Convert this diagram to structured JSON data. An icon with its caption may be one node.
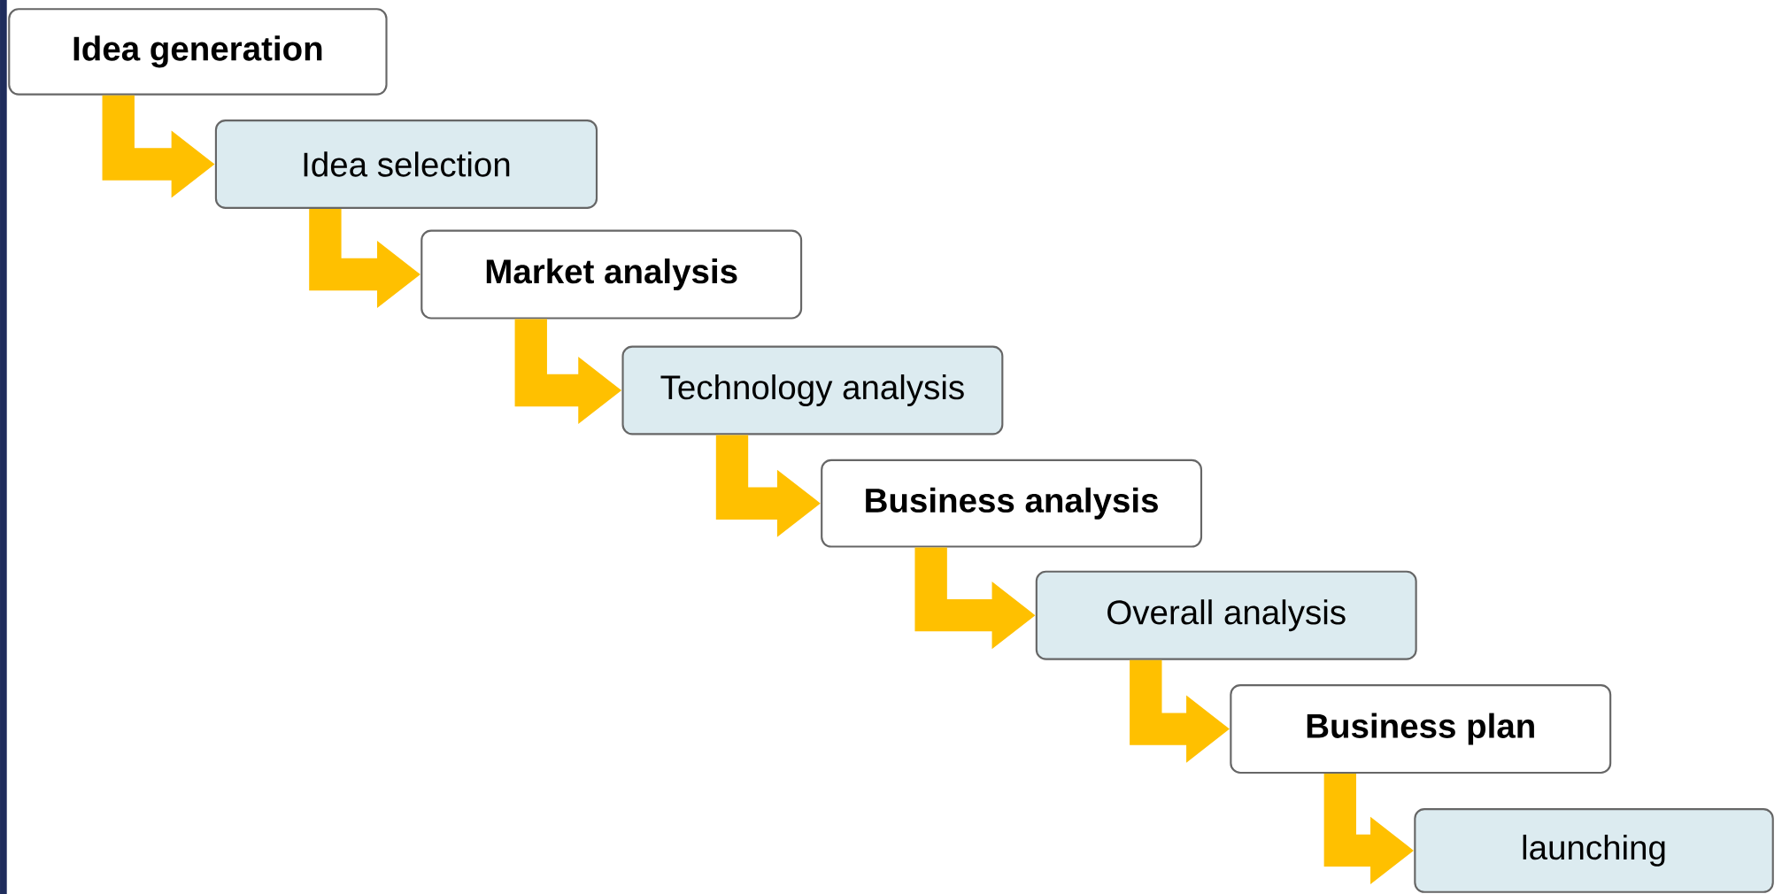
{
  "diagram": {
    "nodes": [
      {
        "text": [
          "Idea generation"
        ]
      },
      {
        "text": [
          "Idea selection"
        ]
      },
      {
        "text": [
          "Market analysis"
        ]
      },
      {
        "text": [
          "Technology analysis"
        ]
      },
      {
        "text": [
          "Business analysis"
        ]
      },
      {
        "text": [
          "Overall analysis"
        ]
      },
      {
        "text": [
          "Business plan"
        ]
      },
      {
        "text": [
          "launching"
        ]
      }
    ],
    "edges": [
      {
        "from": 0,
        "to": 1,
        "arrow": "to"
      },
      {
        "from": 1,
        "to": 2,
        "arrow": "to"
      },
      {
        "from": 2,
        "to": 3,
        "arrow": "to"
      },
      {
        "from": 3,
        "to": 4,
        "arrow": "to"
      },
      {
        "from": 4,
        "to": 5,
        "arrow": "to"
      },
      {
        "from": 5,
        "to": 6,
        "arrow": "to"
      },
      {
        "from": 6,
        "to": 7,
        "arrow": "to"
      }
    ]
  }
}
